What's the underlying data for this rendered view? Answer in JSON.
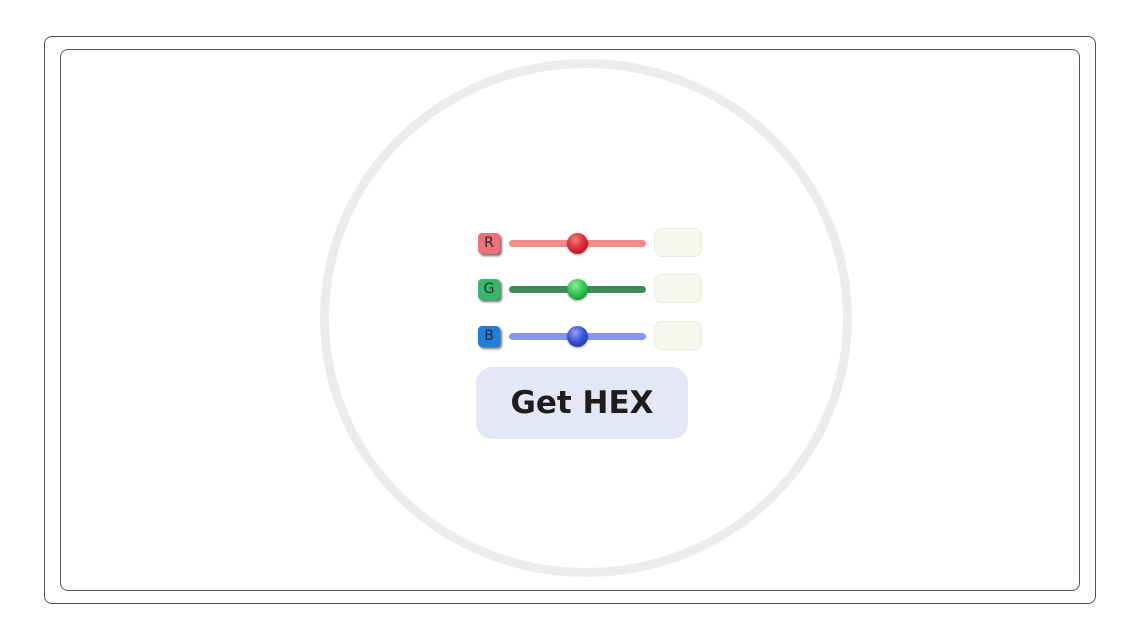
{
  "sliders": [
    {
      "key": "r",
      "label": "R",
      "value_fraction": 0.5,
      "value_text": "",
      "colors": {
        "badge": "#f07078",
        "track": "#f58b8b",
        "thumb_light": "#ff7a7a",
        "thumb_mid": "#de2f3b",
        "thumb_dark": "#8e1018"
      }
    },
    {
      "key": "g",
      "label": "G",
      "value_fraction": 0.5,
      "value_text": "",
      "colors": {
        "badge": "#35b86a",
        "track": "#3f8b58",
        "thumb_light": "#8af09a",
        "thumb_mid": "#2fc752",
        "thumb_dark": "#137a2a"
      }
    },
    {
      "key": "b",
      "label": "B",
      "value_fraction": 0.5,
      "value_text": "",
      "colors": {
        "badge": "#1b7fe0",
        "track": "#8796f2",
        "thumb_light": "#8fa4ff",
        "thumb_mid": "#3c55d6",
        "thumb_dark": "#18288a"
      }
    }
  ],
  "button": {
    "label": "Get HEX"
  }
}
